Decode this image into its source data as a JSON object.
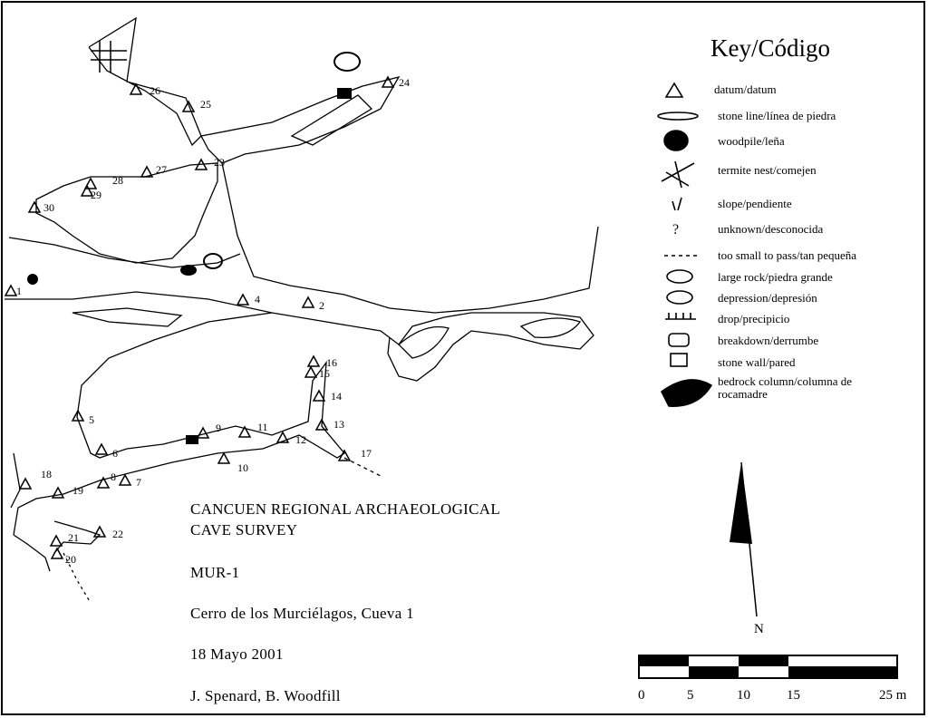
{
  "key": {
    "title": "Key/Código",
    "items": [
      {
        "icon": "triangle-icon",
        "label": "datum/datum"
      },
      {
        "icon": "stone-line-icon",
        "label": "stone line/línea de piedra"
      },
      {
        "icon": "woodpile-icon",
        "label": "woodpile/leña"
      },
      {
        "icon": "termite-nest-icon",
        "label": "termite nest/comejen"
      },
      {
        "icon": "slope-icon",
        "label": "slope/pendiente"
      },
      {
        "icon": "unknown-icon",
        "label": "unknown/desconocida"
      },
      {
        "icon": "too-small-icon",
        "label": "too small to pass/tan pequeña"
      },
      {
        "icon": "large-rock-icon",
        "label": "large rock/piedra grande"
      },
      {
        "icon": "depression-icon",
        "label": "depression/depresión"
      },
      {
        "icon": "drop-icon",
        "label": "drop/precipicio"
      },
      {
        "icon": "breakdown-icon",
        "label": "breakdown/derrumbe"
      },
      {
        "icon": "stone-wall-icon",
        "label": "stone wall/pared"
      },
      {
        "icon": "bedrock-column-icon",
        "label": "bedrock column/columna de rocamadre"
      }
    ]
  },
  "info": {
    "line1": "CANCUEN REGIONAL ARCHAEOLOGICAL",
    "line2": "CAVE SURVEY",
    "site": "MUR-1",
    "place": "Cerro de los Murciélagos, Cueva 1",
    "date": "18 Mayo 2001",
    "authors": "J. Spenard, B. Woodfill"
  },
  "datums": [
    "1",
    "2",
    "4",
    "5",
    "6",
    "7",
    "8",
    "9",
    "10",
    "11",
    "12",
    "13",
    "14",
    "15",
    "16",
    "17",
    "18",
    "19",
    "20",
    "21",
    "22",
    "23",
    "24",
    "25",
    "26",
    "27",
    "28",
    "29",
    "30"
  ],
  "scale": {
    "labels": [
      "0",
      "5",
      "10",
      "15",
      "25 m"
    ]
  },
  "north_label": "N"
}
